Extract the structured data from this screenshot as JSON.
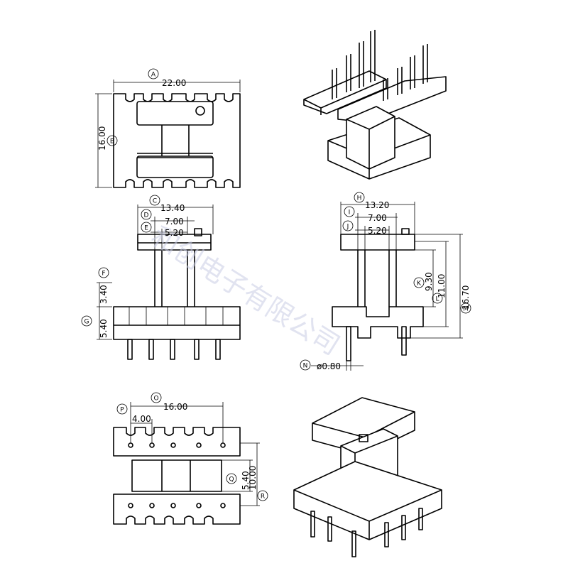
{
  "watermark": "和创电子有限公司",
  "markers": {
    "A": "A",
    "B": "B",
    "C": "C",
    "D": "D",
    "E": "E",
    "F": "F",
    "G": "G",
    "H": "H",
    "I": "I",
    "J": "J",
    "K": "K",
    "L": "L",
    "M": "M",
    "N": "N",
    "O": "O",
    "P": "P",
    "Q": "Q",
    "R": "R"
  },
  "dimensions": {
    "A": "22.00",
    "B": "16.00",
    "C": "13.40",
    "D": "7.00",
    "E": "5.20",
    "F": "3.40",
    "G": "5.40",
    "H": "13.20",
    "I": "7.00",
    "J": "5.20",
    "K": "9.30",
    "L": "11.00",
    "M": "16.70",
    "N": "ø0.80",
    "O": "16.00",
    "P": "4.00",
    "Q": "5.40",
    "R": "10.00"
  }
}
